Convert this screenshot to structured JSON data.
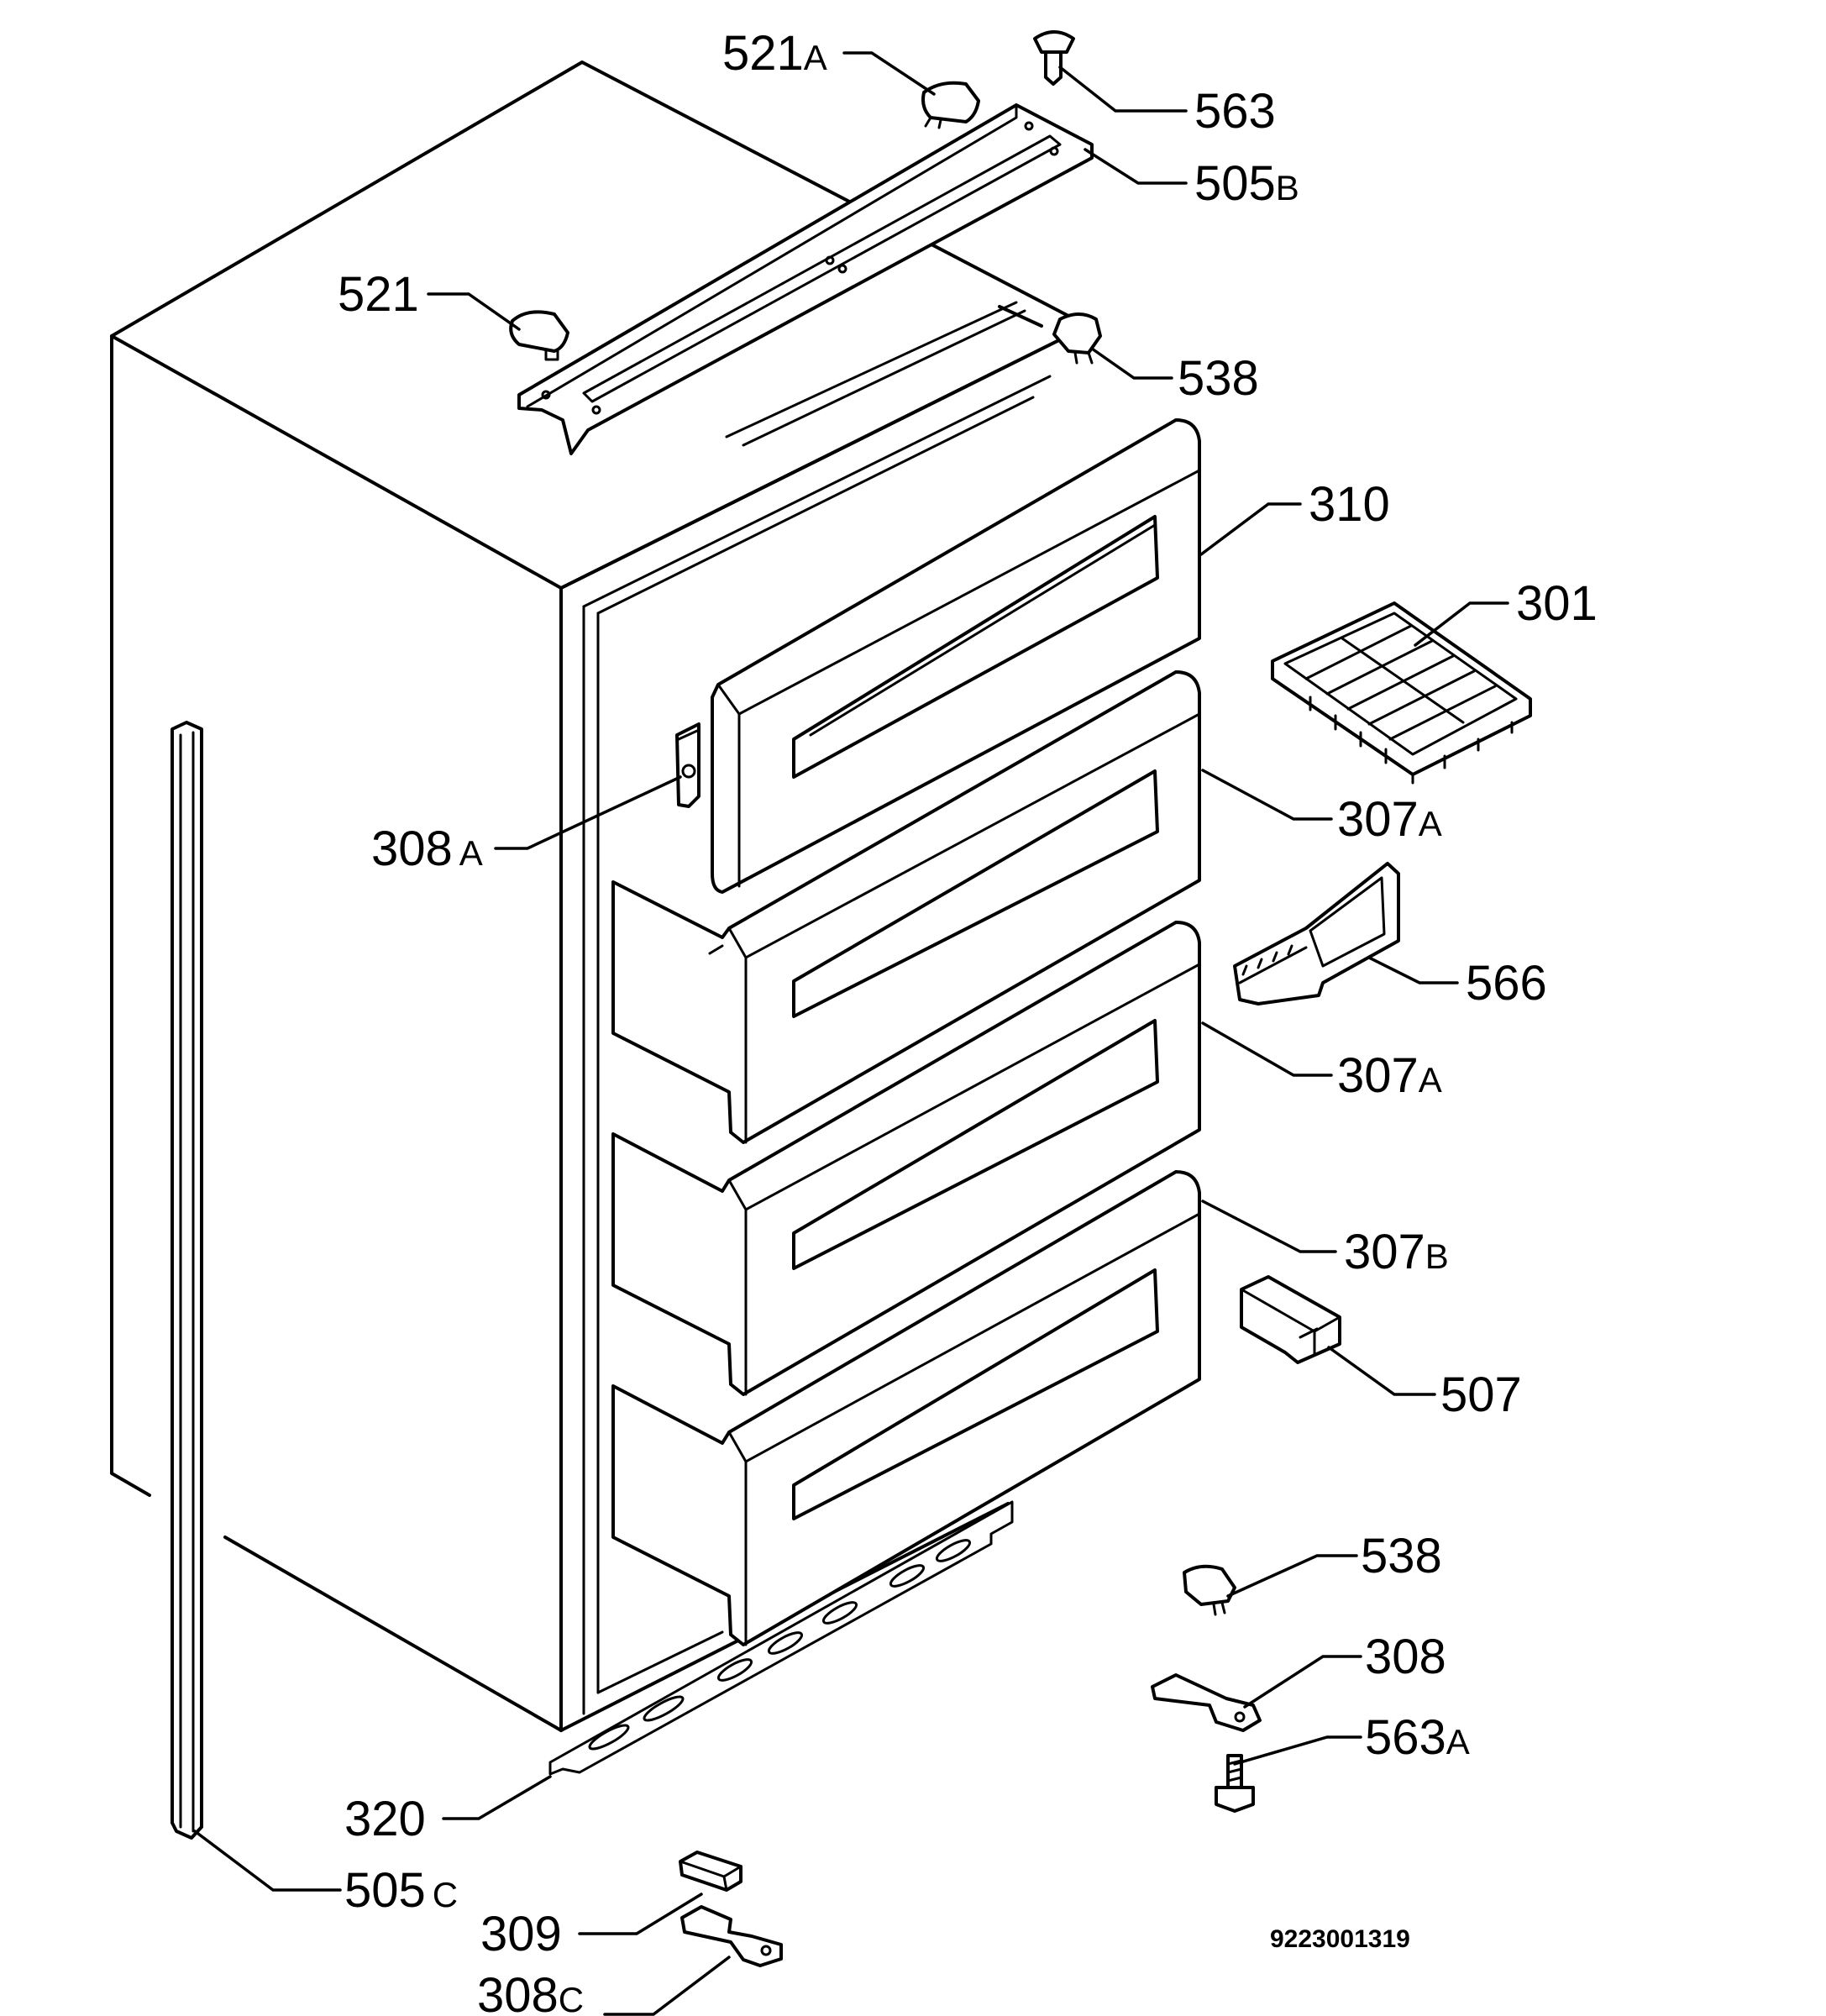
{
  "diagram": {
    "document_number": "9223001319",
    "callouts": [
      {
        "id": "c521a",
        "number": "521",
        "suffix": "A"
      },
      {
        "id": "c563",
        "number": "563",
        "suffix": ""
      },
      {
        "id": "c505b",
        "number": "505",
        "suffix": "B"
      },
      {
        "id": "c521",
        "number": "521",
        "suffix": ""
      },
      {
        "id": "c538top",
        "number": "538",
        "suffix": ""
      },
      {
        "id": "c310",
        "number": "310",
        "suffix": ""
      },
      {
        "id": "c301",
        "number": "301",
        "suffix": ""
      },
      {
        "id": "c308a",
        "number": "308",
        "suffix": "A"
      },
      {
        "id": "c307a1",
        "number": "307",
        "suffix": "A"
      },
      {
        "id": "c566",
        "number": "566",
        "suffix": ""
      },
      {
        "id": "c307a2",
        "number": "307",
        "suffix": "A"
      },
      {
        "id": "c307b",
        "number": "307",
        "suffix": "B"
      },
      {
        "id": "c507",
        "number": "507",
        "suffix": ""
      },
      {
        "id": "c538bot",
        "number": "538",
        "suffix": ""
      },
      {
        "id": "c308",
        "number": "308",
        "suffix": ""
      },
      {
        "id": "c563a",
        "number": "563",
        "suffix": "A"
      },
      {
        "id": "c320",
        "number": "320",
        "suffix": ""
      },
      {
        "id": "c505c",
        "number": "505",
        "suffix": "C"
      },
      {
        "id": "c309",
        "number": "309",
        "suffix": ""
      },
      {
        "id": "c308c",
        "number": "308",
        "suffix": "C"
      }
    ]
  }
}
